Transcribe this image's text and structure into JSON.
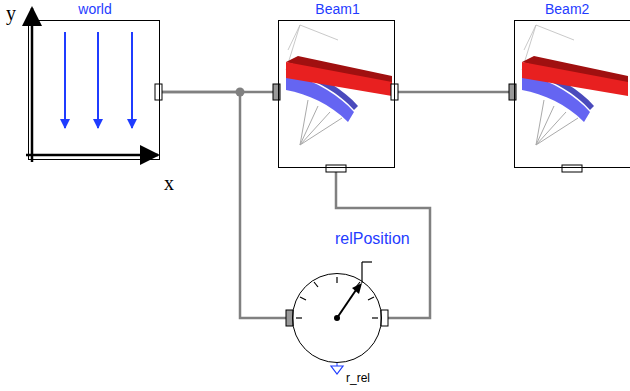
{
  "diagram": {
    "nodes": [
      {
        "text": [
          "world"
        ]
      },
      {
        "text": [
          "Beam1"
        ]
      },
      {
        "text": [
          "Beam2"
        ]
      },
      {
        "text": [
          "relPosition"
        ]
      }
    ],
    "edges": [
      {
        "from": 0,
        "to": 1,
        "arrow": "none"
      },
      {
        "from": 1,
        "to": 2,
        "arrow": "none"
      },
      {
        "from": 0,
        "to": 3,
        "arrow": "none"
      },
      {
        "from": 1,
        "to": 3,
        "arrow": "none"
      }
    ],
    "labels": [
      "y",
      "x",
      "r_rel"
    ]
  }
}
